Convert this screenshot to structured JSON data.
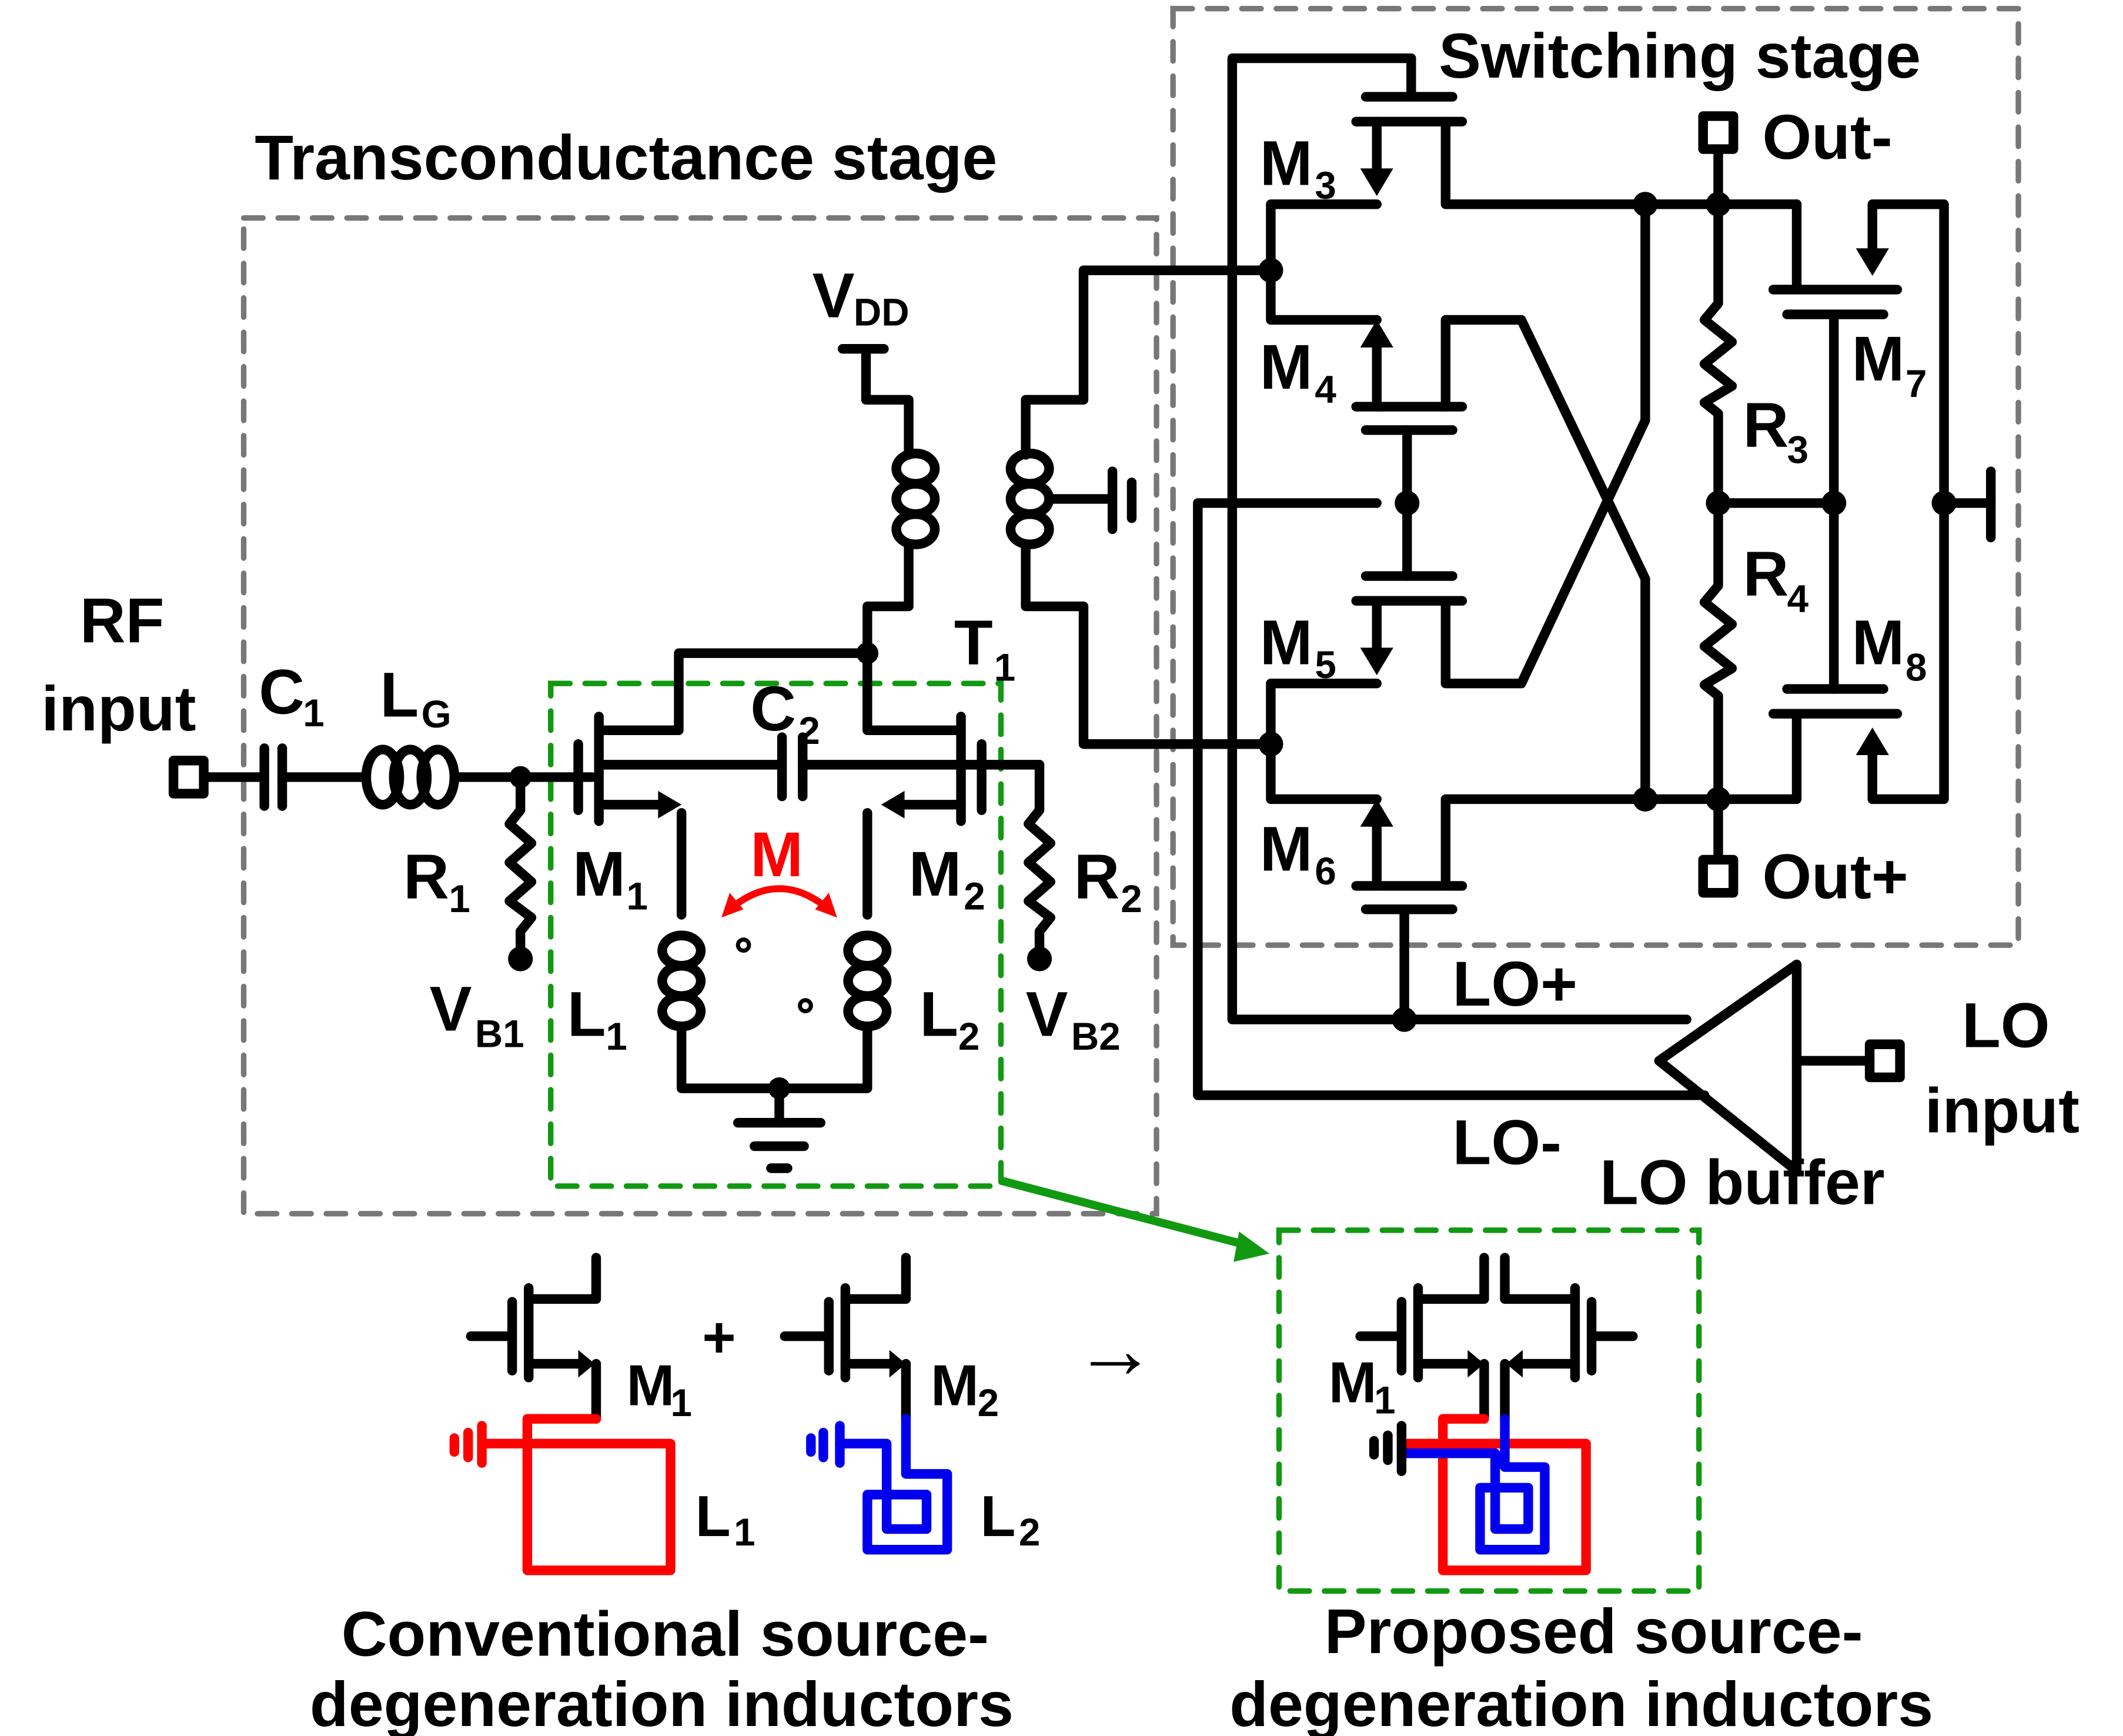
{
  "stages": {
    "transconductance": "Transconductance stage",
    "switching": "Switching stage"
  },
  "ports": {
    "rf_input_line1": "RF",
    "rf_input_line2": "input",
    "lo_input_line1": "LO",
    "lo_input_line2": "input",
    "out_minus": "Out-",
    "out_plus": "Out+"
  },
  "supplies": {
    "vdd": "V",
    "vdd_sub": "DD",
    "vb1": "V",
    "vb1_sub": "B1",
    "vb2": "V",
    "vb2_sub": "B2"
  },
  "components": {
    "c1": "C",
    "c1_sub": "1",
    "lg": "L",
    "lg_sub": "G",
    "c2": "C",
    "c2_sub": "2",
    "t1": "T",
    "t1_sub": "1",
    "r1": "R",
    "r1_sub": "1",
    "r2": "R",
    "r2_sub": "2",
    "r3": "R",
    "r3_sub": "3",
    "r4": "R",
    "r4_sub": "4",
    "m1": "M",
    "m1_sub": "1",
    "m2": "M",
    "m2_sub": "2",
    "m3": "M",
    "m3_sub": "3",
    "m4": "M",
    "m4_sub": "4",
    "m5": "M",
    "m5_sub": "5",
    "m6": "M",
    "m6_sub": "6",
    "m7": "M",
    "m7_sub": "7",
    "m8": "M",
    "m8_sub": "8",
    "l1": "L",
    "l1_sub": "1",
    "l2": "L",
    "l2_sub": "2",
    "mutual": "M"
  },
  "lo": {
    "lo_plus": "LO+",
    "lo_minus": "LO-",
    "buffer": "LO buffer"
  },
  "bottom": {
    "plus_sign": "+",
    "arrow": "→",
    "conv_m1": "M",
    "conv_m1_sub": "1",
    "conv_m2": "M",
    "conv_m2_sub": "2",
    "conv_l1": "L",
    "conv_l1_sub": "1",
    "conv_l2": "L",
    "conv_l2_sub": "2",
    "prop_m1": "M",
    "prop_m1_sub": "1",
    "conventional_line1": "Conventional source-",
    "conventional_line2": "degeneration inductors",
    "proposed_line1": "Proposed source-",
    "proposed_line2": "degeneration inductors"
  },
  "colors": {
    "inductor_l1": "#ff0000",
    "inductor_l2": "#0000ee",
    "highlight_box": "#119911",
    "stage_box": "#777777"
  }
}
